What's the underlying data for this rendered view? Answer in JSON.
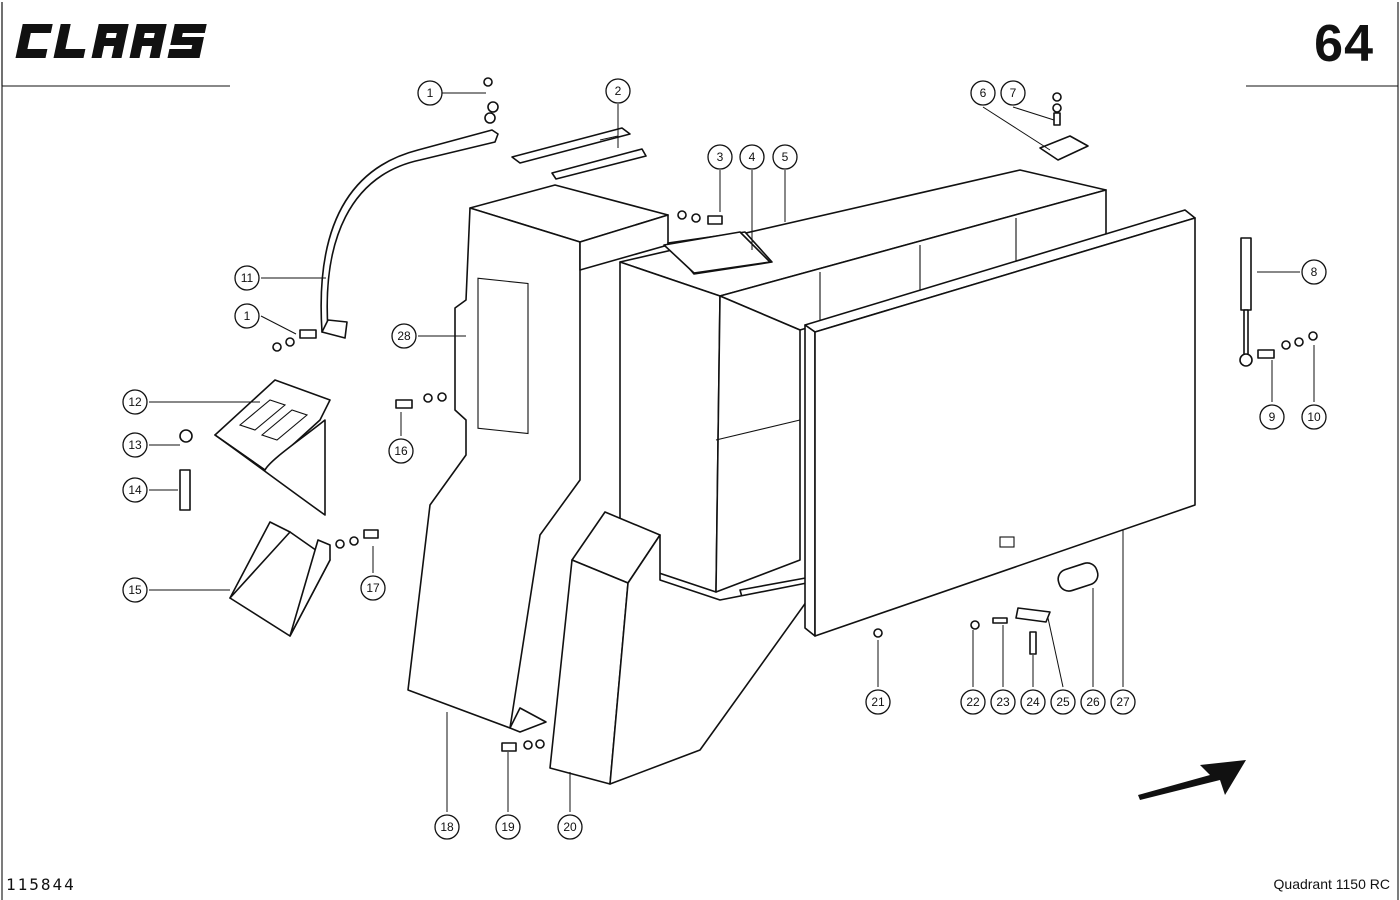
{
  "header": {
    "brand": "CLAAS",
    "page_number": "64"
  },
  "footer": {
    "document_id": "115844",
    "model": "Quadrant 1150 RC"
  },
  "callouts": [
    "1",
    "2",
    "3",
    "4",
    "5",
    "6",
    "7",
    "8",
    "9",
    "10",
    "11",
    "1",
    "12",
    "13",
    "14",
    "15",
    "16",
    "17",
    "18",
    "19",
    "20",
    "21",
    "22",
    "23",
    "24",
    "25",
    "26",
    "27",
    "28"
  ]
}
